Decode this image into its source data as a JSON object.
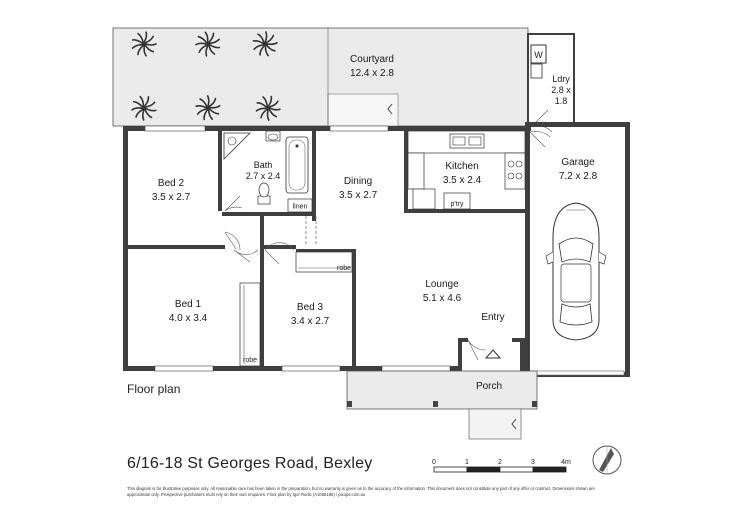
{
  "caption": "Floor plan",
  "address": "6/16-18 St Georges Road, Bexley",
  "disclaimer": "This diagram is for illustrative purposes only. All reasonable care has been taken in the preparation, but no warranty is given as to the accuracy of the information. This document does not constitute any part of any offer or contract. Dimensions shown are approximate only. Prospective purchasers must rely on their own enquiries. Floor plan by Igor Rodic (A1058185) / pixops.com.au",
  "rooms": {
    "courtyard": {
      "name": "Courtyard",
      "size": "12.4 x 2.8"
    },
    "laundry": {
      "name": "Ldry",
      "size_a": "2.8 x",
      "size_b": "1.8"
    },
    "bed2": {
      "name": "Bed 2",
      "size": "3.5 x 2.7"
    },
    "bath": {
      "name": "Bath",
      "size": "2.7 x 2.4"
    },
    "dining": {
      "name": "Dining",
      "size": "3.5 x 2.7"
    },
    "kitchen": {
      "name": "Kitchen",
      "size": "3.5 x 2.4"
    },
    "garage": {
      "name": "Garage",
      "size": "7.2 x 2.8"
    },
    "bed1": {
      "name": "Bed 1",
      "size": "4.0 x 3.4"
    },
    "bed3": {
      "name": "Bed 3",
      "size": "3.4 x 2.7"
    },
    "lounge": {
      "name": "Lounge",
      "size": "5.1 x 4.6"
    },
    "entry": {
      "name": "Entry"
    },
    "porch": {
      "name": "Porch"
    }
  },
  "fixtures": {
    "linen": "linen",
    "pantry": "p'try",
    "robe1": "robe",
    "robe3": "robe",
    "washer": "W"
  },
  "scale": {
    "ticks": [
      "0",
      "1",
      "2",
      "3",
      "4m"
    ]
  },
  "colors": {
    "wall": "#3f3f3f",
    "outdoor": "#ebebeb",
    "text": "#1a1a1a"
  },
  "icons": {
    "compass": "north-arrow-icon",
    "car": "car-icon",
    "plants": "palm-plant-icon"
  }
}
